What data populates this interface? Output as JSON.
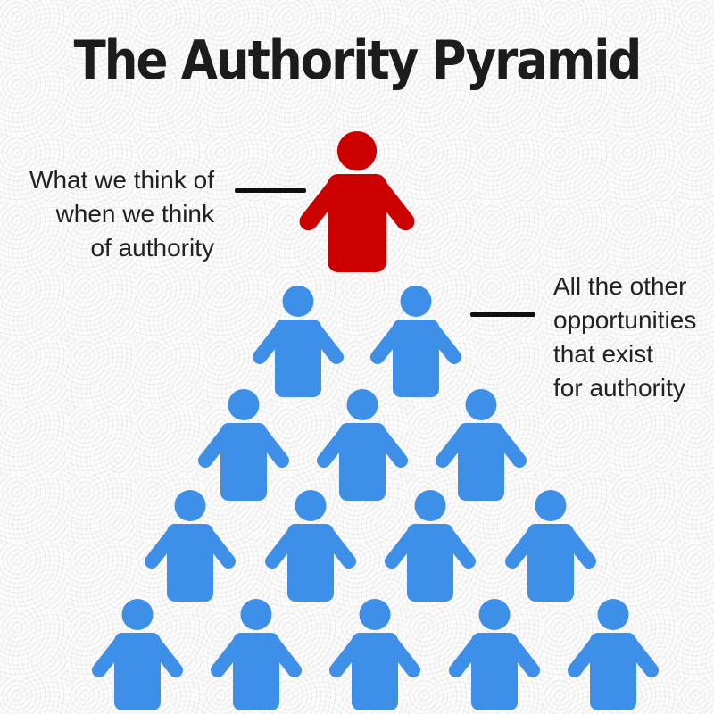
{
  "title": "The Authority Pyramid",
  "colors": {
    "authority": "#cc0000",
    "others": "#3e8fe8",
    "text": "#212121",
    "pointer": "#0f0f0f"
  },
  "annotations": {
    "left": {
      "lines": [
        "What we think of",
        "when we think",
        "of authority"
      ]
    },
    "right": {
      "lines": [
        "All the other",
        "opportunities",
        "that exist",
        "for authority"
      ]
    }
  },
  "icons": {
    "figure": "person-icon"
  },
  "pyramid": {
    "rows": [
      {
        "count": 1,
        "role": "authority",
        "color_key": "authority"
      },
      {
        "count": 2,
        "role": "others",
        "color_key": "others"
      },
      {
        "count": 3,
        "role": "others",
        "color_key": "others"
      },
      {
        "count": 4,
        "role": "others",
        "color_key": "others"
      },
      {
        "count": 5,
        "role": "others",
        "color_key": "others"
      }
    ]
  }
}
